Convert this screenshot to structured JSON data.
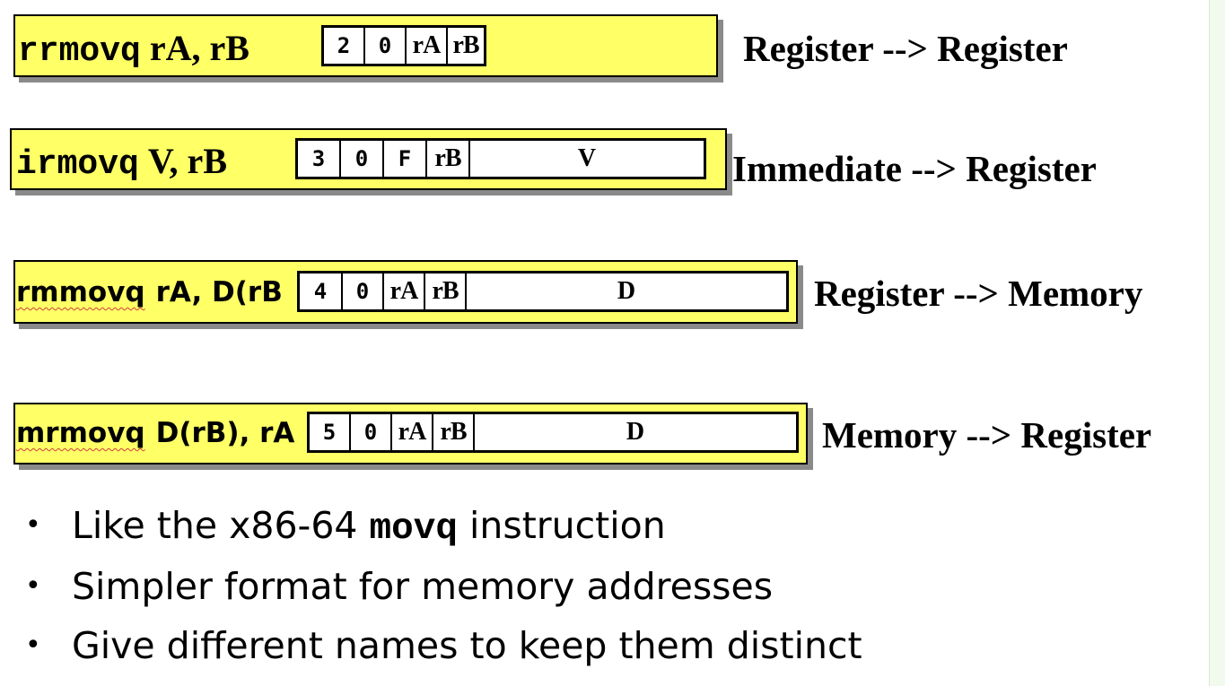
{
  "instructions": [
    {
      "mnemonic": "rrmovq",
      "operands": "rA,  rB",
      "fields": [
        "2",
        "0",
        "rA",
        "rB"
      ],
      "description": "Register --> Register"
    },
    {
      "mnemonic": "irmovq",
      "operands": "V,  rB",
      "fields": [
        "3",
        "0",
        "F",
        "rB",
        "V"
      ],
      "description": "Immediate --> Register"
    },
    {
      "mnemonic": "rmmovq",
      "operands": "rA, D(rB",
      "fields": [
        "4",
        "0",
        "rA",
        "rB",
        "D"
      ],
      "description": "Register --> Memory"
    },
    {
      "mnemonic": "mrmovq",
      "operands": "D(rB), rA",
      "fields": [
        "5",
        "0",
        "rA",
        "rB",
        "D"
      ],
      "description": "Memory --> Register"
    }
  ],
  "bullets": [
    {
      "before": "Like the x86-64 ",
      "code": "movq",
      "after": " instruction"
    },
    {
      "before": "Simpler format for memory addresses",
      "code": "",
      "after": ""
    },
    {
      "before": "Give different names to keep them distinct",
      "code": "",
      "after": ""
    }
  ],
  "bullet_symbol": "•",
  "colors": {
    "box": "#ffff66",
    "shadow": "#8a8a8a",
    "spellcheck": "#d04040"
  }
}
